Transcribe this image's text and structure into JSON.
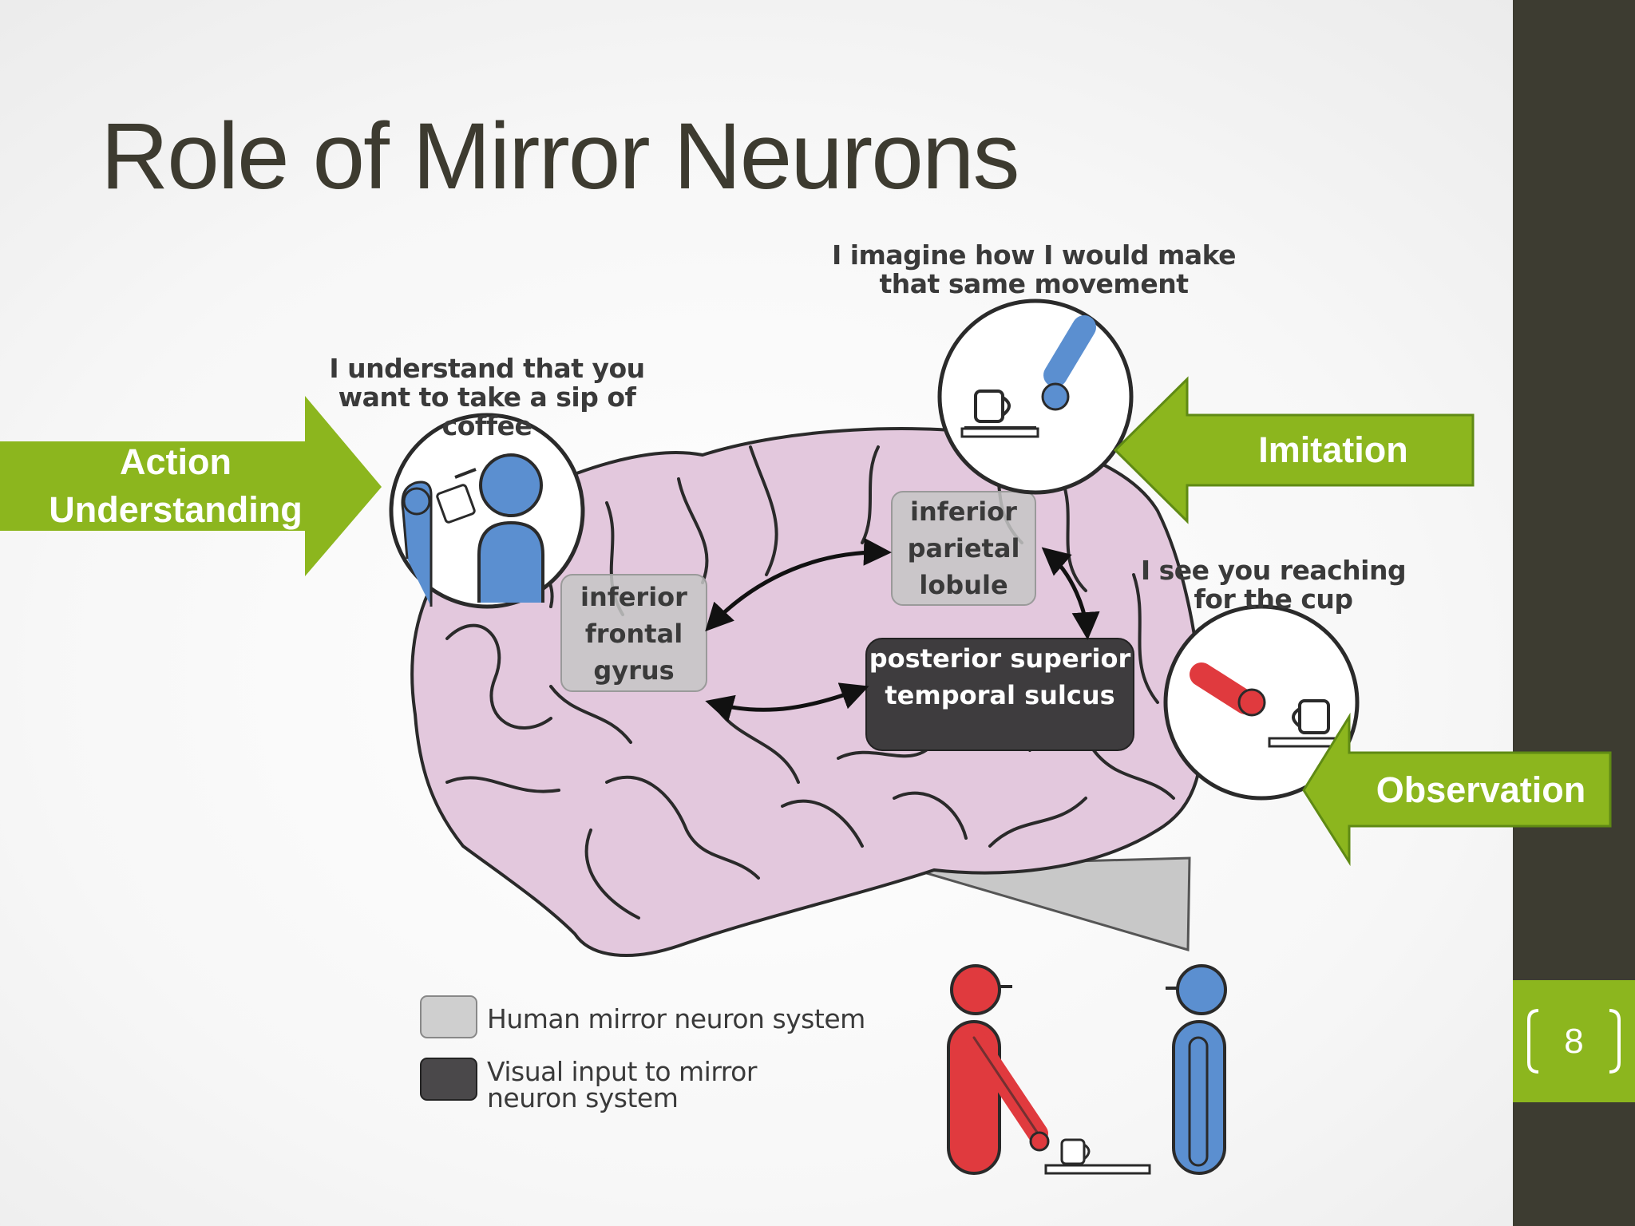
{
  "slide": {
    "title": "Role of Mirror Neurons",
    "page_number": "8"
  },
  "captions": {
    "understand": "I understand that you want to take a sip of coffee",
    "imagine": "I imagine how I would make that same movement",
    "see": "I see you reaching for the cup"
  },
  "regions": {
    "ifg": "inferior frontal gyrus",
    "ipl": "inferior parietal lobule",
    "psts": "posterior superior temporal sulcus"
  },
  "legend": {
    "mirror_system": "Human mirror neuron system",
    "visual_input": "Visual input to mirror neuron system"
  },
  "arrows": {
    "action_understanding": "Action Understanding",
    "imitation": "Imitation",
    "observation": "Observation"
  },
  "colors": {
    "accent_green": "#8cb61e",
    "sidebar": "#3d3c31",
    "brain": "#e3c8dd",
    "observer_blue": "#5b8fd0",
    "actor_red": "#e03a3e"
  }
}
